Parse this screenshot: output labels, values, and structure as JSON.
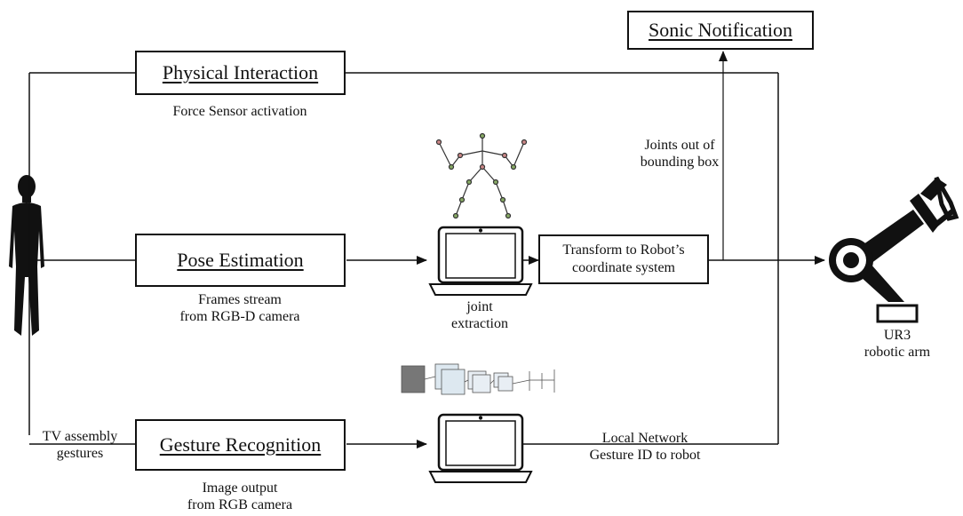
{
  "boxes": {
    "physical": "Physical Interaction",
    "pose": "Pose Estimation",
    "gesture": "Gesture Recognition",
    "sonic": "Sonic Notification",
    "transform": "Transform to Robot’s coordinate system"
  },
  "captions": {
    "force": "Force Sensor activation",
    "frames": "Frames stream\nfrom RGB-D camera",
    "image": "Image output\nfrom RGB camera",
    "joint": "joint\nextraction",
    "joints_out": "Joints out of\nbounding  box",
    "tv": "TV assembly\ngestures",
    "network": "Local Network\nGesture ID to robot",
    "ur3": "UR3\nrobotic arm"
  },
  "icons": {
    "human": "human-silhouette-icon",
    "laptop": "laptop-icon",
    "skeleton": "skeleton-icon",
    "cnn": "cnn-diagram-icon",
    "robot": "robotic-arm-icon"
  },
  "colors": {
    "line": "#111111"
  }
}
